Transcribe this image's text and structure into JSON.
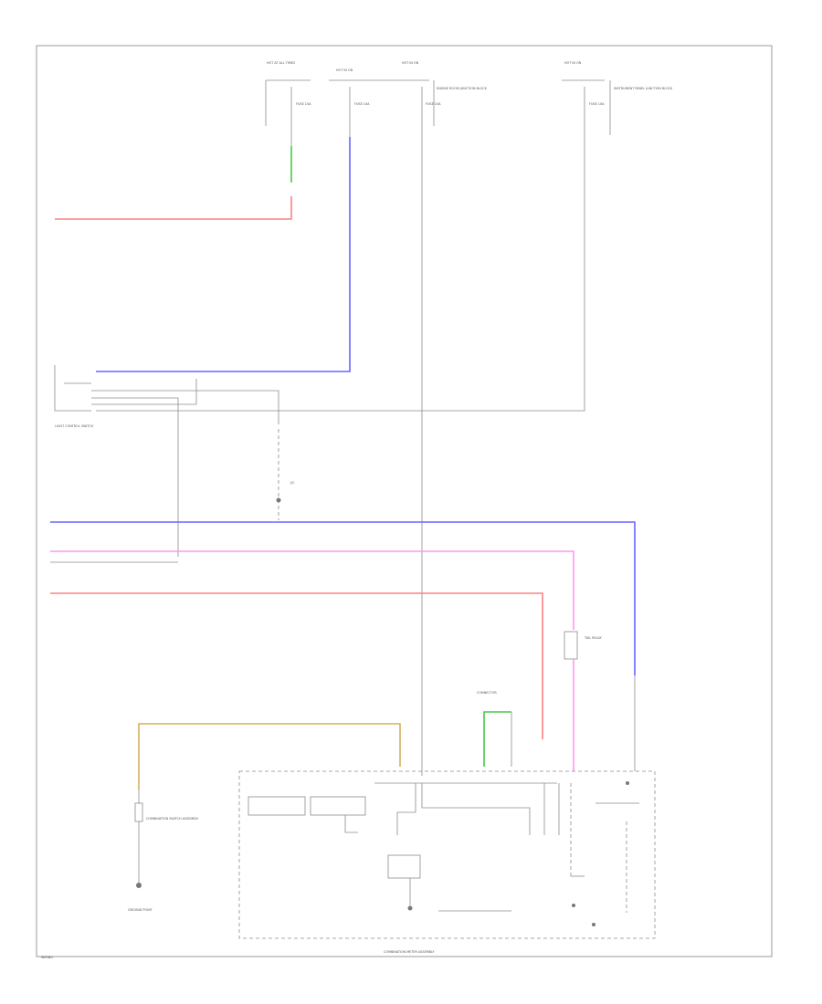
{
  "colors": {
    "red": "#ff8080",
    "blue": "#6666ff",
    "pink": "#ff99ee",
    "green": "#44cc44",
    "yellow": "#d4b060",
    "gray": "#8c8c8c"
  },
  "labels": {
    "connector_top_1": "HOT AT ALL TIMES",
    "connector_top_2": "HOT IN ON",
    "connector_top_3": "HOT IN ON",
    "connector_top_4": "HOT IN ON",
    "fuse_1": "FUSE 15A",
    "fuse_2": "FUSE 10A",
    "fuse_3": "FUSE 10A",
    "fuse_4": "FUSE 10A",
    "panel_1": "ENGINE ROOM JUNCTION BLOCK",
    "panel_2": "INSTRUMENT PANEL JUNCTION BLOCK",
    "splice_1": "J/C",
    "combination_switch": "COMBINATION SWITCH ASSEMBLY",
    "light_switch": "LIGHT CONTROL SWITCH",
    "relay_box": "TAIL RELAY",
    "ground_1": "GROUND POINT",
    "bottom_title": "COMBINATION METER ASSEMBLY",
    "footer": "WIRING"
  },
  "icons": {
    "ground": "ground-icon",
    "connector": "connector-icon",
    "splice": "splice-dot-icon"
  }
}
